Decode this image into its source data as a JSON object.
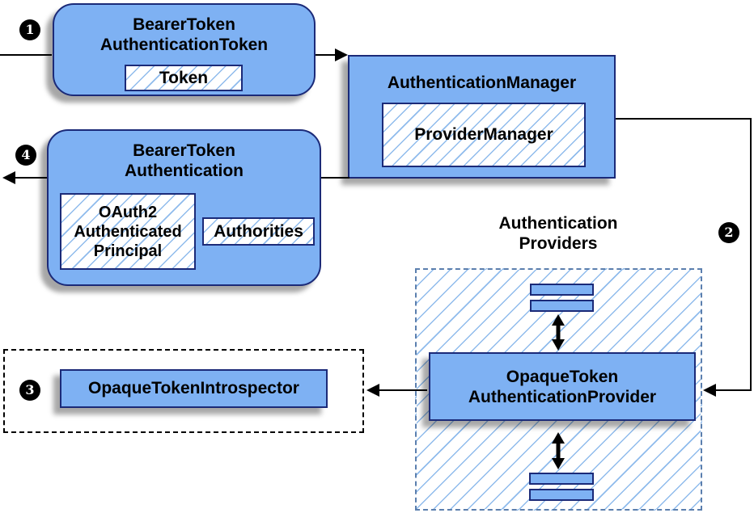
{
  "diagram": {
    "badges": {
      "step1": "1",
      "step2": "2",
      "step3": "3",
      "step4": "4"
    },
    "bearer_token_authentication_token": {
      "title_line1": "BearerToken",
      "title_line2": "AuthenticationToken",
      "token_label": "Token"
    },
    "authentication_manager": {
      "title": "AuthenticationManager",
      "provider_manager_label": "ProviderManager"
    },
    "bearer_token_authentication": {
      "title_line1": "BearerToken",
      "title_line2": "Authentication",
      "principal_line1": "OAuth2",
      "principal_line2": "Authenticated",
      "principal_line3": "Principal",
      "authorities_label": "Authorities"
    },
    "opaque_token_introspector": {
      "label": "OpaqueTokenIntrospector"
    },
    "authentication_providers": {
      "heading_line1": "Authentication",
      "heading_line2": "Providers",
      "provider_line1": "OpaqueToken",
      "provider_line2": "AuthenticationProvider"
    }
  },
  "colors": {
    "canvas_bg": "#ffffff",
    "text": "#000000",
    "box_fill": "#7eb1f3",
    "box_border": "#1b2a78",
    "hatch_line": "#8fbbec",
    "providers_border": "#5b7fae",
    "connector": "#000000",
    "badge_bg": "#000000",
    "badge_text": "#ffffff"
  }
}
